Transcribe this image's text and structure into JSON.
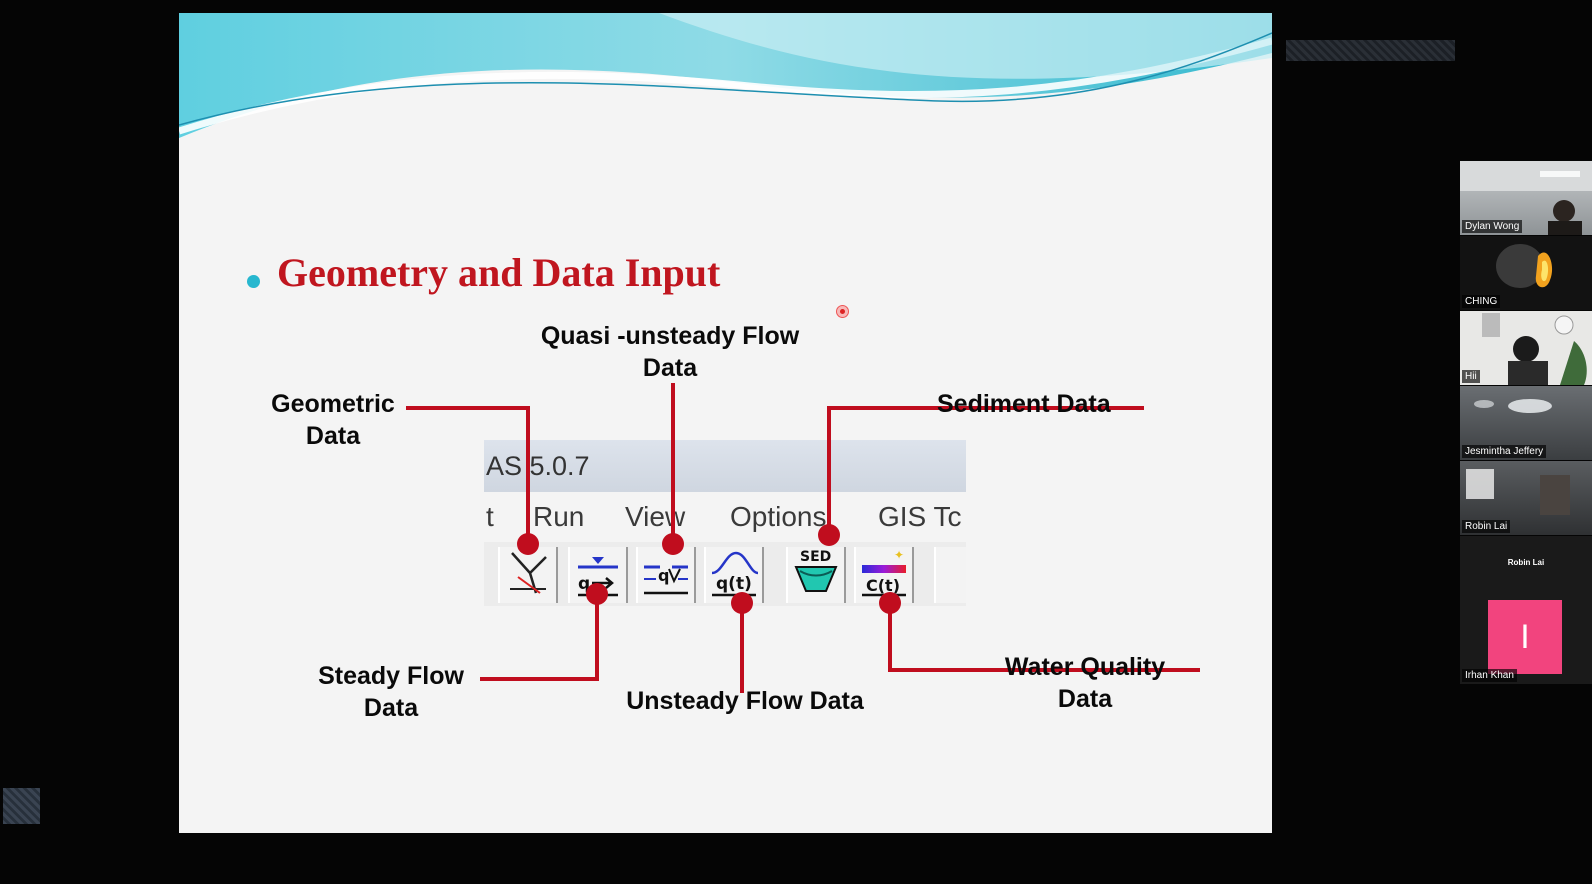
{
  "slide": {
    "title": "Geometry and Data Input",
    "callouts": {
      "geometric": [
        "Geometric",
        "Data"
      ],
      "quasi_unsteady": [
        "Quasi -unsteady Flow",
        "Data"
      ],
      "sediment": [
        "Sediment Data"
      ],
      "steady": [
        "Steady Flow",
        "Data"
      ],
      "unsteady": [
        "Unsteady Flow Data"
      ],
      "water_quality": [
        "Water Quality",
        "Data"
      ]
    },
    "embedded_screenshot": {
      "title_fragment": "AS 5.0.7",
      "menu": [
        "t",
        "Run",
        "View",
        "Options",
        "GIS Tc"
      ],
      "toolbar_icons": [
        "geometric-data-icon",
        "steady-flow-icon",
        "quasi-unsteady-flow-icon",
        "unsteady-flow-icon",
        "sediment-data-icon",
        "water-quality-icon"
      ],
      "sed_label": "SED",
      "ct_label": "C(t)",
      "qt_label": "q(t)"
    }
  },
  "participants": [
    {
      "name": "Dylan Wong"
    },
    {
      "name": "CHING"
    },
    {
      "name": "Hii"
    },
    {
      "name": "Jesmintha Jeffery"
    },
    {
      "name": "Robin Lai"
    },
    {
      "name": "Irhan Khan",
      "center_name": "Robin Lai",
      "avatar_letter": "I"
    }
  ],
  "colors": {
    "title": "#c0161f",
    "leader": "#c00d1e",
    "bullet": "#27b7cf",
    "avatar": "#f2447e"
  }
}
